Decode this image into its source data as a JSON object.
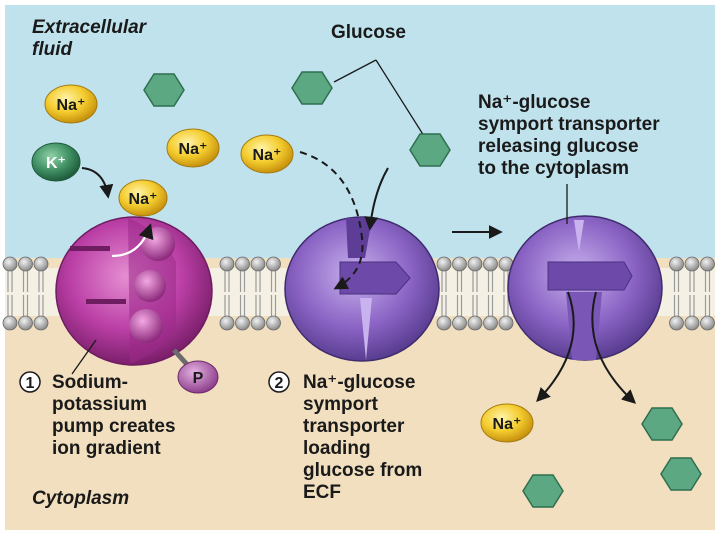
{
  "regions": {
    "extracellular": "Extracellular\nfluid",
    "cytoplasm": "Cytoplasm"
  },
  "labels": {
    "glucose": "Glucose",
    "releasing": "Na⁺-glucose\nsymport transporter\nreleasing glucose\nto the cytoplasm",
    "step1_num": "1",
    "step1_text": "Sodium-\npotassium\npump creates\nion gradient",
    "step2_num": "2",
    "step2_text": "Na⁺-glucose\nsymport\ntransporter\nloading\nglucose from\nECF"
  },
  "ions": {
    "sodium": "Na⁺",
    "potassium": "K⁺",
    "phosphate": "P"
  },
  "colors": {
    "ecf": "#bfe2ec",
    "cytoplasm": "#f1dfbf",
    "sodium_ion": "#f2c42a",
    "potassium_ion": "#3f8f62",
    "glucose": "#5ba882",
    "pump": "#b63aa0",
    "symporter": "#8a63c4",
    "phosphate": "#a45aa3"
  }
}
